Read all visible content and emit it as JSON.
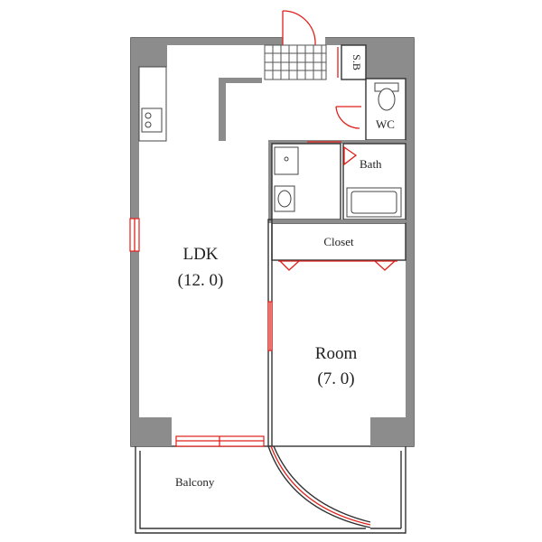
{
  "rooms": {
    "ldk_name": "LDK",
    "ldk_size": "(12. 0)",
    "room_name": "Room",
    "room_size": "(7. 0)",
    "closet": "Closet",
    "bath": "Bath",
    "wc": "WC",
    "sb": "S.B",
    "balcony": "Balcony"
  },
  "colors": {
    "wall": "#8c8c8c",
    "opening": "#e0201b",
    "line": "#333333"
  }
}
